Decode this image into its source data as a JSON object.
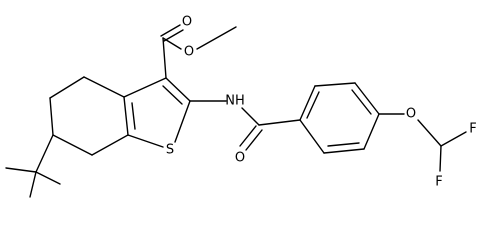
{
  "atoms": {
    "o_ester_carbonyl": "O",
    "o_ester_single": "O",
    "nh": "NH",
    "s_ring": "S",
    "o_amide": "O",
    "o_ether": "O",
    "f_upper": "F",
    "f_lower": "F"
  }
}
